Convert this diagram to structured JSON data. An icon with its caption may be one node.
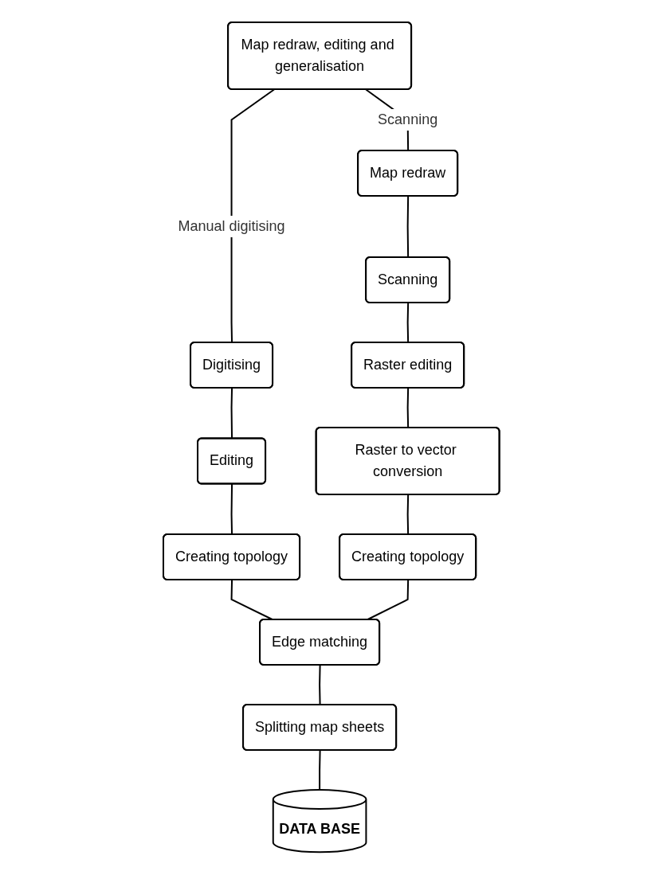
{
  "diagram": {
    "nodes": [
      {
        "text": [
          "Map redraw, editing and generalisation"
        ]
      },
      {
        "text": [
          "Digitising"
        ]
      },
      {
        "text": [
          "Map redraw"
        ]
      },
      {
        "text": [
          "Scanning"
        ]
      },
      {
        "text": [
          "Editing"
        ]
      },
      {
        "text": [
          "Raster editing"
        ]
      },
      {
        "text": [
          "Raster to vector conversion"
        ]
      },
      {
        "text": [
          "Creating topology"
        ]
      },
      {
        "text": [
          "Creating topology"
        ]
      },
      {
        "text": [
          "Edge matching"
        ]
      },
      {
        "text": [
          "Splitting map sheets"
        ]
      },
      {
        "text": [
          "DATA BASE"
        ]
      }
    ],
    "edges": [
      {
        "from": 0,
        "to": 1,
        "arrow": "none",
        "label": "Manual digitising"
      },
      {
        "from": 0,
        "to": 2,
        "arrow": "none",
        "label": "Scanning"
      },
      {
        "from": 1,
        "to": 4,
        "arrow": "none"
      },
      {
        "from": 4,
        "to": 7,
        "arrow": "none"
      },
      {
        "from": 2,
        "to": 3,
        "arrow": "none"
      },
      {
        "from": 3,
        "to": 5,
        "arrow": "none"
      },
      {
        "from": 5,
        "to": 6,
        "arrow": "none"
      },
      {
        "from": 6,
        "to": 8,
        "arrow": "none"
      },
      {
        "from": 7,
        "to": 9,
        "arrow": "none"
      },
      {
        "from": 8,
        "to": 9,
        "arrow": "none"
      },
      {
        "from": 9,
        "to": 10,
        "arrow": "none"
      },
      {
        "from": 10,
        "to": 11,
        "arrow": "none"
      }
    ]
  }
}
